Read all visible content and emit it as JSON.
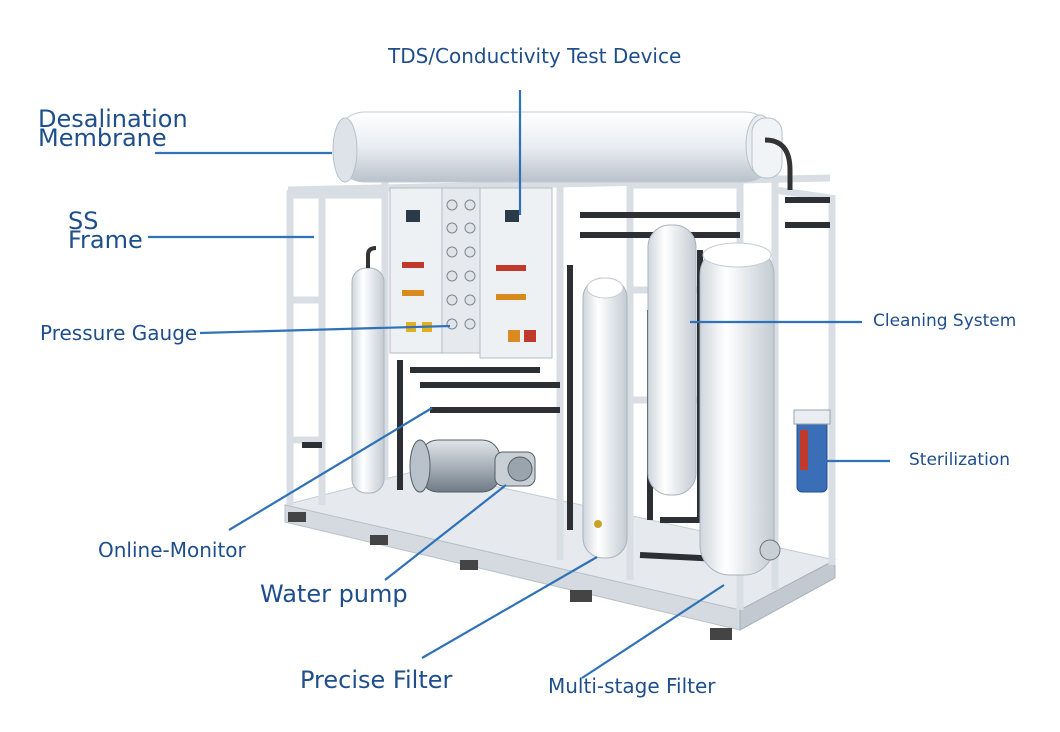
{
  "diagram": {
    "accent_color": "#2f72b8",
    "labels": {
      "tds": "TDS/Conductivity Test Device",
      "desalination": "Desalination",
      "membrane": "Membrane",
      "ss": "SS",
      "frame": "Frame",
      "pressure_gauge": "Pressure Gauge",
      "cleaning_system": "Cleaning System",
      "sterilization": "Sterilization",
      "online_monitor": "Online-Monitor",
      "water_pump": "Water pump",
      "precise_filter": "Precise Filter",
      "multi_stage_filter": "Multi-stage Filter"
    }
  }
}
